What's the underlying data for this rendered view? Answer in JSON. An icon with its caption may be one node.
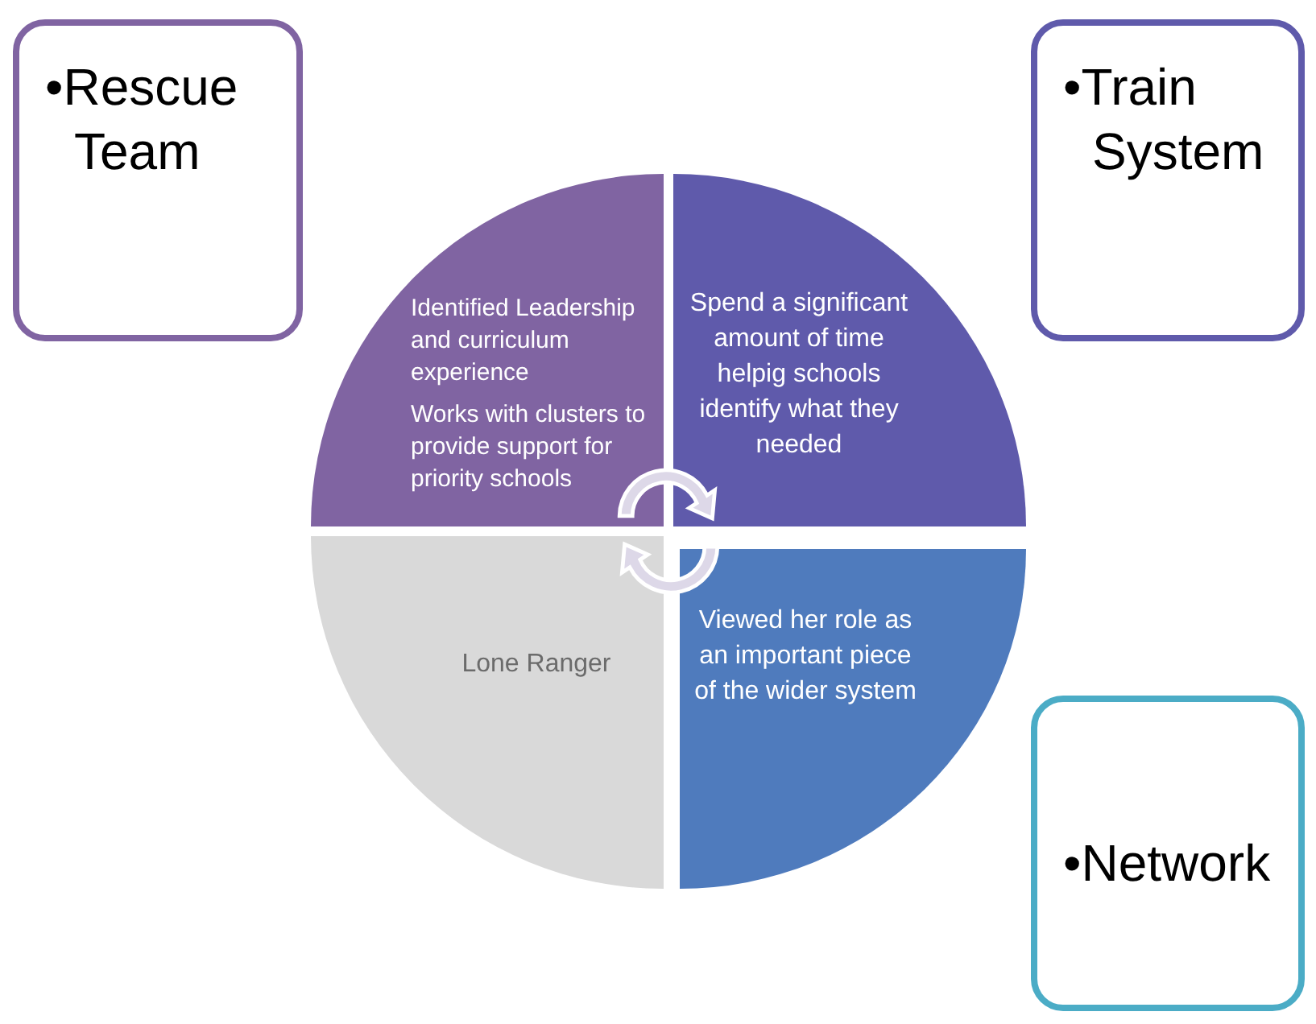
{
  "diagram": {
    "nodes": [
      {
        "text": [
          "•Rescue Team"
        ]
      },
      {
        "text": [
          "•Train System"
        ]
      },
      {
        "text": [
          "•Network"
        ]
      },
      {
        "text": [
          "Identified Leadership and curriculum experience",
          "Works with clusters to provide support for priority schools"
        ]
      },
      {
        "text": [
          "Spend a significant amount of time helpig schools identify what they needed"
        ]
      },
      {
        "text": [
          "Viewed her role as an important piece of the wider system"
        ]
      },
      {
        "text": [
          "Lone Ranger"
        ]
      }
    ]
  }
}
